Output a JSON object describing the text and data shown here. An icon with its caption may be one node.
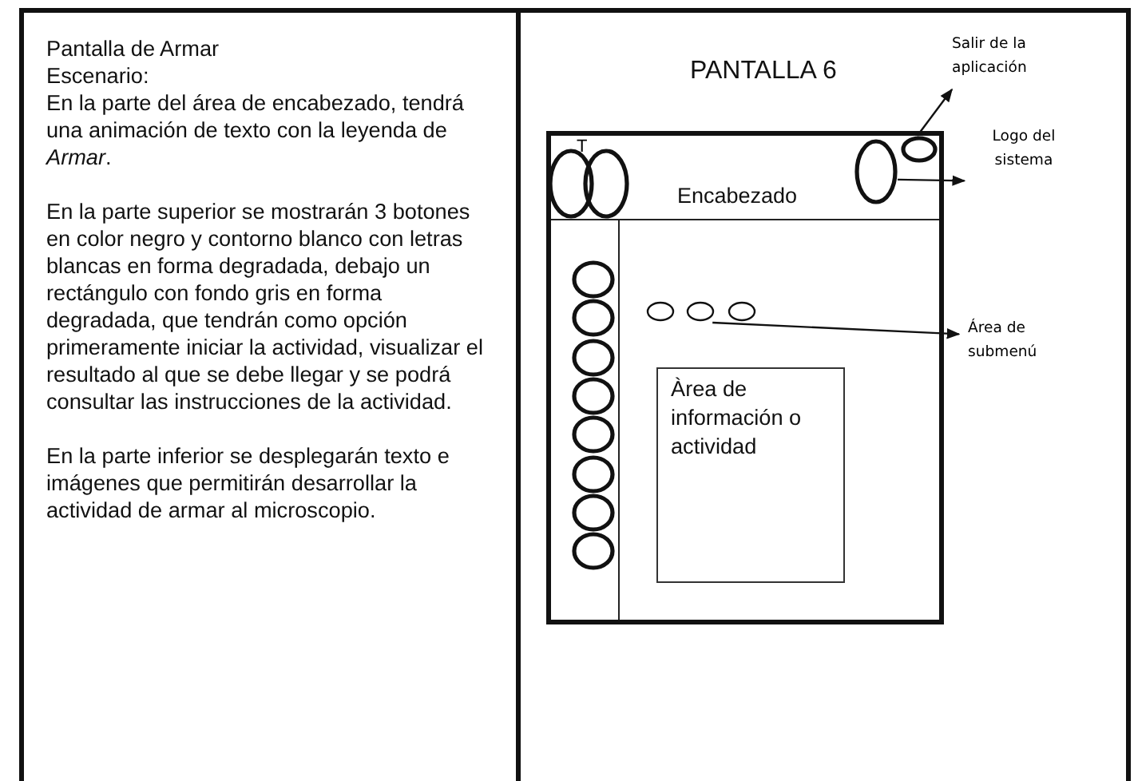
{
  "diagram": {
    "nodes": [
      {
        "text": [
          "Pantalla de Armar",
          "Escenario:",
          "En la parte del área de encabezado, tendrá una animación de texto con la leyenda de *Armar*.",
          "En la parte superior  se mostrarán 3 botones en color negro y contorno blanco con letras blancas en forma degradada, debajo un rectángulo con fondo gris en forma degradada, que tendrán como opción primeramente iniciar la actividad, visualizar el resultado al que se debe llegar y se podrá consultar las instrucciones de la actividad.",
          "En la parte inferior se desplegarán texto e imágenes que permitirán desarrollar la actividad de armar al microscopio."
        ]
      },
      {
        "text": [
          "PANTALLA 6"
        ]
      },
      {
        "text": [],
        "shape": "box",
        "in": 1
      },
      {
        "text": [
          "Encabezado"
        ],
        "in": 2
      },
      {
        "text": [],
        "shape": "circle",
        "in": 3
      },
      {
        "text": [],
        "shape": "circle",
        "in": 3
      },
      {
        "text": [],
        "shape": "circle",
        "in": 3
      },
      {
        "text": [],
        "shape": "circle",
        "in": 3
      },
      {
        "text": [],
        "shape": "box",
        "in": 2
      },
      {
        "text": [],
        "shape": "circle",
        "in": 8
      },
      {
        "text": [],
        "shape": "circle",
        "in": 8
      },
      {
        "text": [],
        "shape": "circle",
        "in": 8
      },
      {
        "text": [],
        "shape": "circle",
        "in": 8
      },
      {
        "text": [],
        "shape": "circle",
        "in": 8
      },
      {
        "text": [],
        "shape": "circle",
        "in": 8
      },
      {
        "text": [],
        "shape": "circle",
        "in": 8
      },
      {
        "text": [],
        "shape": "circle",
        "in": 8
      },
      {
        "text": [],
        "shape": "circle",
        "in": 2
      },
      {
        "text": [],
        "shape": "circle",
        "in": 2
      },
      {
        "text": [],
        "shape": "circle",
        "in": 2
      },
      {
        "text": [
          "Àrea de información o actividad"
        ],
        "in": 2
      },
      {
        "text": [
          "Salir de la aplicación"
        ],
        "in": 1
      },
      {
        "text": [
          "Logo del sistema"
        ],
        "in": 1
      },
      {
        "text": [
          "Área de submenú"
        ],
        "in": 1
      }
    ],
    "edges": [
      {
        "from": 7,
        "to": 21,
        "arrow": "to"
      },
      {
        "from": 6,
        "to": 22,
        "arrow": "to"
      },
      {
        "from": 18,
        "to": 23,
        "arrow": "to"
      }
    ],
    "labels": [
      "T"
    ]
  }
}
